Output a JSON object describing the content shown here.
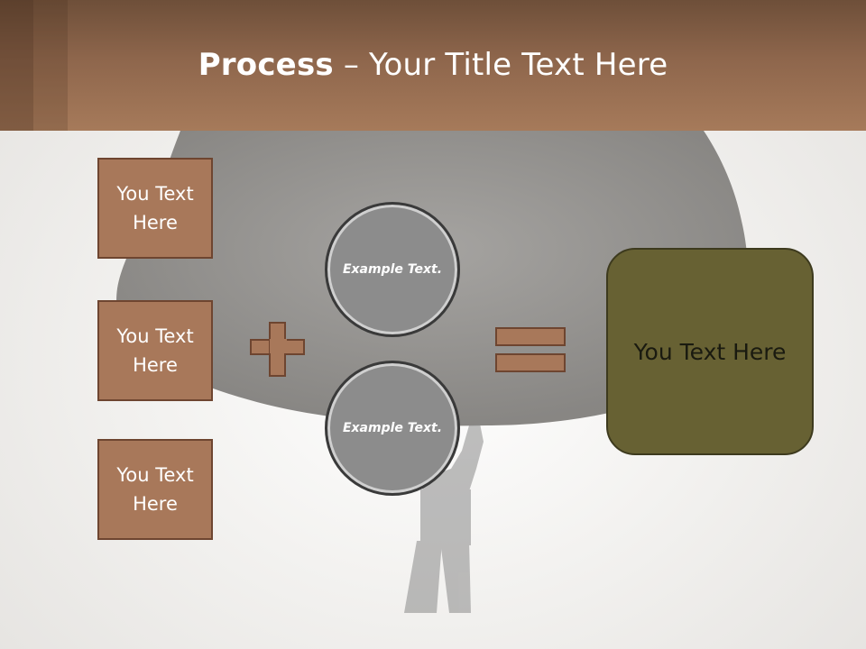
{
  "slide": {
    "title_bold": "Process",
    "title_rest": " – Your Title Text Here"
  },
  "left_boxes": [
    "You Text Here",
    "You Text Here",
    "You Text Here"
  ],
  "circles": [
    "Example Text.",
    "Example Text."
  ],
  "result": "You Text Here",
  "colors": {
    "header": "#9a6f52",
    "box_fill": "#a8785a",
    "box_border": "#6e4530",
    "circle_fill": "#8c8c8c",
    "result_fill": "#676133"
  }
}
